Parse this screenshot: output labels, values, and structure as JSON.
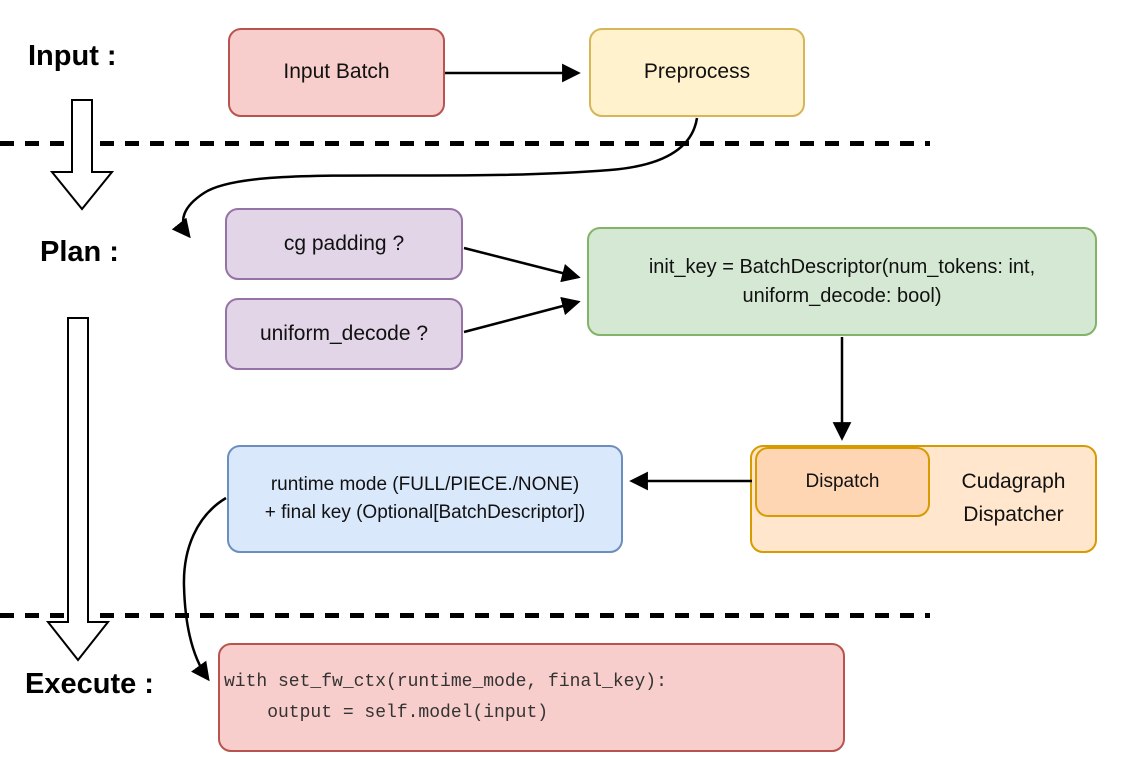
{
  "sections": {
    "input_label": "Input :",
    "plan_label": "Plan :",
    "execute_label": "Execute :"
  },
  "nodes": {
    "input_batch": "Input Batch",
    "preprocess": "Preprocess",
    "cg_padding": "cg padding ?",
    "uniform_decode": "uniform_decode ?",
    "init_key_line1": "init_key = BatchDescriptor(num_tokens: int,",
    "init_key_line2": "uniform_decode: bool)",
    "dispatch": "Dispatch",
    "dispatcher_line1": "Cudagraph",
    "dispatcher_line2": "Dispatcher",
    "runtime_line1": "runtime mode (FULL/PIECE./NONE)",
    "runtime_line2": "+ final key (Optional[BatchDescriptor])",
    "code_line1": "with set_fw_ctx(runtime_mode, final_key):",
    "code_line2": "    output = self.model(input)"
  },
  "colors": {
    "red_fill": "#F8CECC",
    "red_stroke": "#B85450",
    "yellow_fill": "#FFF2CC",
    "yellow_stroke": "#D6B656",
    "purple_fill": "#E1D5E7",
    "purple_stroke": "#9673A6",
    "green_fill": "#D5E8D4",
    "green_stroke": "#82B366",
    "blue_fill": "#DAE8FC",
    "blue_stroke": "#6C8EBF",
    "orange_fill": "#FFE6CC",
    "orange_inner_fill": "#FFD6B3",
    "orange_stroke": "#D79B00",
    "line_color": "#000000"
  }
}
